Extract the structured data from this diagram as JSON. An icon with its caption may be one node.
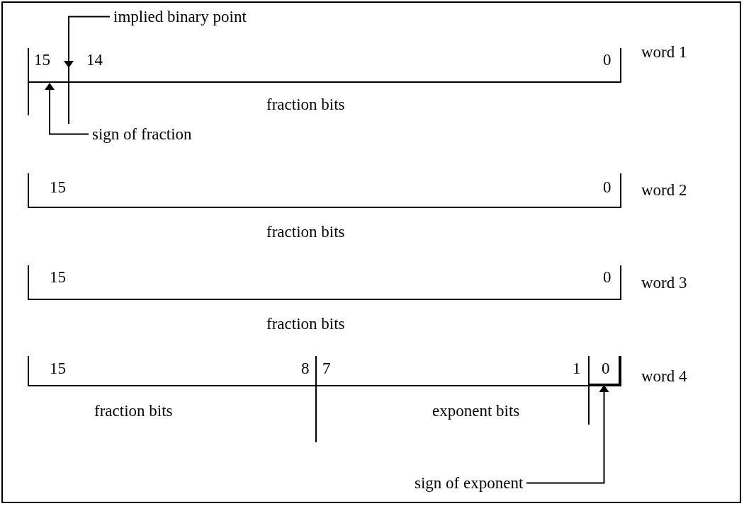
{
  "diagram": {
    "nodes": [
      {
        "text": [
          "implied binary point"
        ]
      },
      {
        "text": [
          "sign of fraction"
        ]
      },
      {
        "text": [
          "sign of exponent"
        ]
      },
      {
        "text": [],
        "shape": "bar"
      },
      {
        "text": [],
        "shape": "box"
      },
      {
        "text": [],
        "shape": "box"
      }
    ],
    "edges": [
      {
        "from": 0,
        "to": 3,
        "arrow": "to"
      },
      {
        "from": 1,
        "to": 4,
        "arrow": "to"
      },
      {
        "from": 2,
        "to": 5,
        "arrow": "to"
      }
    ],
    "labels": [
      "15",
      "14",
      "0",
      "word 1",
      "fraction bits",
      "15",
      "0",
      "word 2",
      "fraction bits",
      "15",
      "0",
      "word 3",
      "fraction bits",
      "15",
      "8",
      "7",
      "1",
      "0",
      "word 4",
      "fraction bits",
      "exponent bits"
    ]
  }
}
